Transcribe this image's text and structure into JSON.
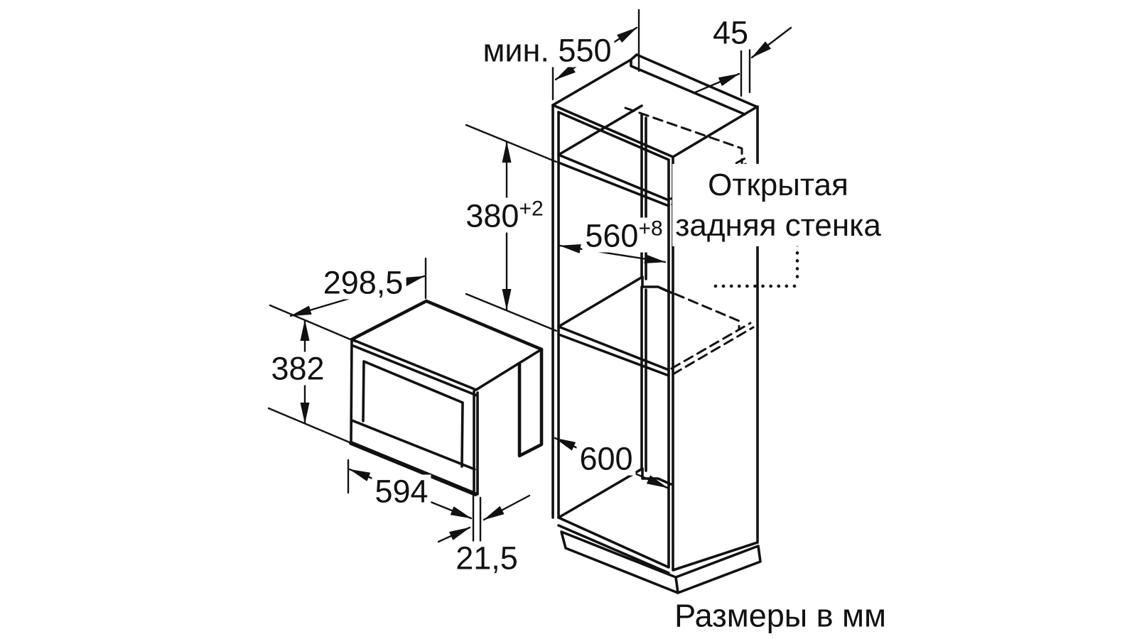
{
  "diagram": {
    "type": "built-in appliance installation drawing",
    "units_note": "Размеры в мм",
    "annotations": {
      "open_back": {
        "line1": "Открытая",
        "line2": "задняя стенка"
      }
    },
    "dimensions": {
      "niche_depth_min": {
        "prefix": "мин.",
        "value": "550"
      },
      "top_rear_gap": {
        "value": "45"
      },
      "niche_height": {
        "value": "380",
        "tolerance": "+2"
      },
      "niche_width": {
        "value": "560",
        "tolerance": "+8"
      },
      "appliance_top_depth": {
        "value": "298,5"
      },
      "appliance_height": {
        "value": "382"
      },
      "appliance_width": {
        "value": "594"
      },
      "door_protrusion": {
        "value": "21,5"
      },
      "cabinet_width": {
        "value": "600"
      }
    },
    "colors": {
      "background": "#ffffff",
      "line": "#111111"
    }
  }
}
